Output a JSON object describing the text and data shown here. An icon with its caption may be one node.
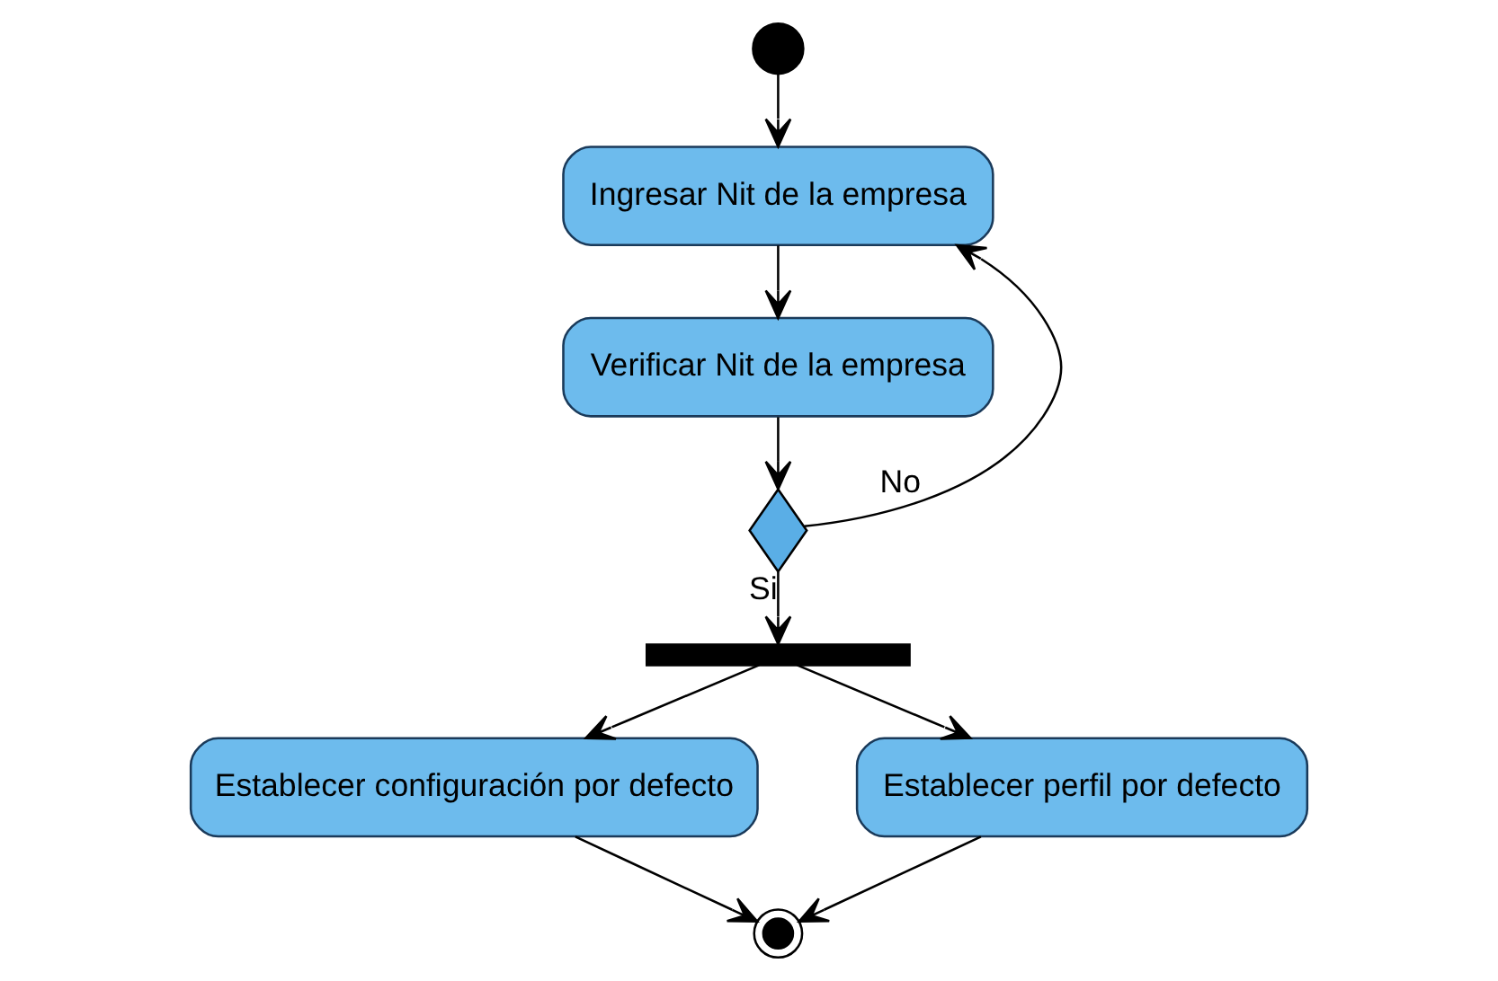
{
  "diagram": {
    "nodes": [
      {
        "text": [],
        "shape": "circle"
      },
      {
        "text": [
          "Ingresar Nit de la empresa"
        ]
      },
      {
        "text": [
          "Verificar Nit de la empresa"
        ]
      },
      {
        "text": [],
        "shape": "diamond"
      },
      {
        "text": [],
        "shape": "bar"
      },
      {
        "text": [
          "Establecer configuración por defecto"
        ]
      },
      {
        "text": [
          "Establecer perfil por defecto"
        ]
      },
      {
        "text": [],
        "shape": "circle"
      }
    ],
    "edges": [
      {
        "from": 0,
        "to": 1,
        "arrow": "to"
      },
      {
        "from": 1,
        "to": 2,
        "arrow": "to"
      },
      {
        "from": 2,
        "to": 3,
        "arrow": "to"
      },
      {
        "from": 3,
        "to": 1,
        "arrow": "to",
        "label": "No"
      },
      {
        "from": 3,
        "to": 4,
        "arrow": "to",
        "label": "Si"
      },
      {
        "from": 4,
        "to": 5,
        "arrow": "to"
      },
      {
        "from": 4,
        "to": 6,
        "arrow": "to"
      },
      {
        "from": 5,
        "to": 7,
        "arrow": "to"
      },
      {
        "from": 6,
        "to": 7,
        "arrow": "to"
      }
    ]
  }
}
